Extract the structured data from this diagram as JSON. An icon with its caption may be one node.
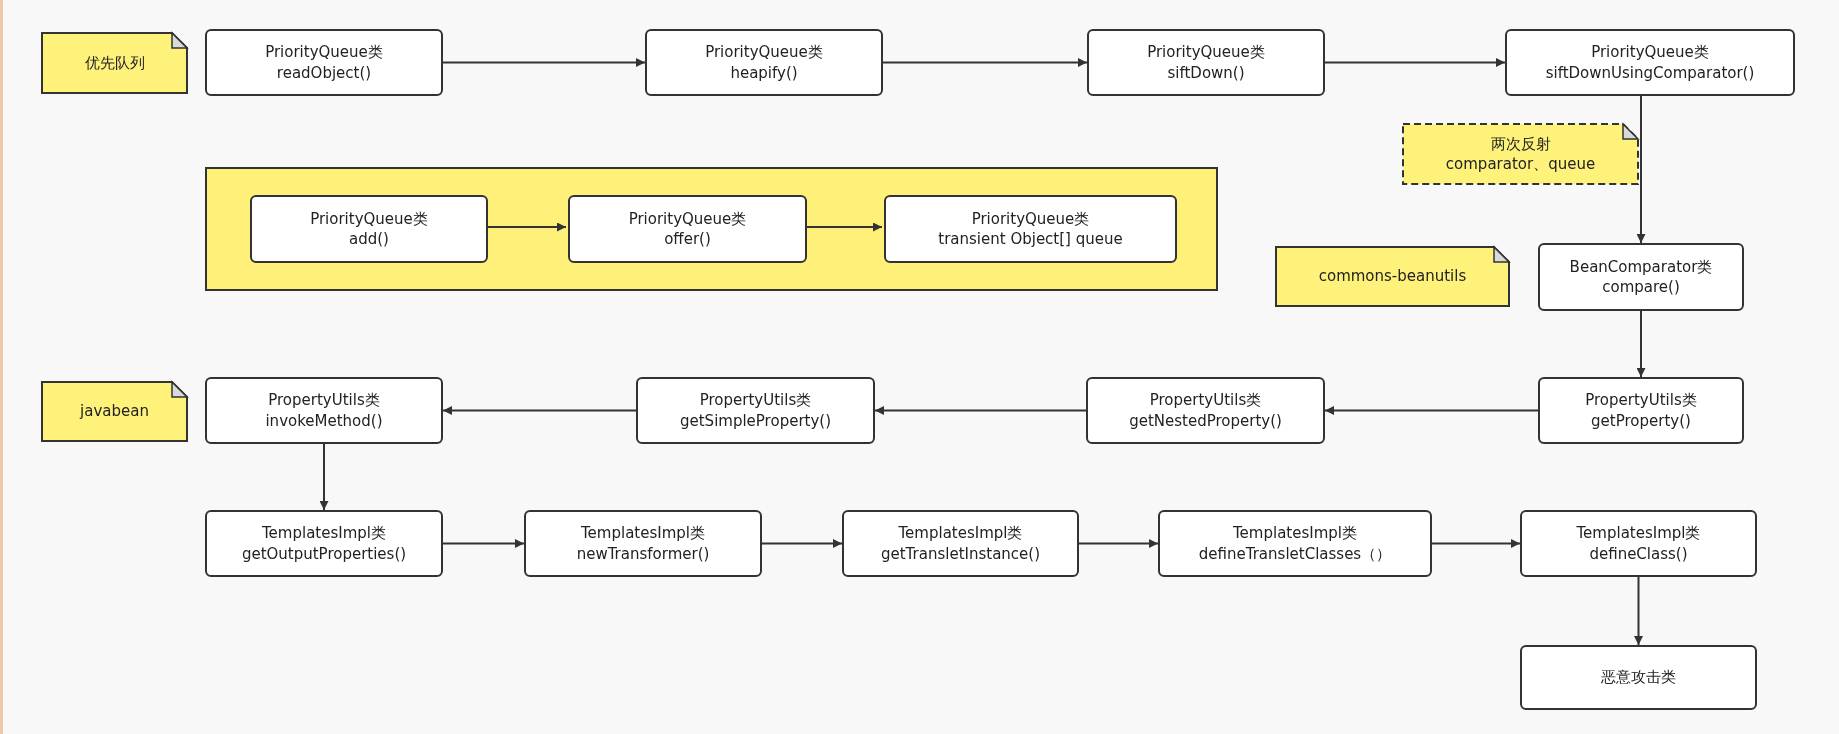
{
  "diagram": {
    "nodes": [
      {
        "text": [
          "优先队列"
        ]
      },
      {
        "text": [
          "PriorityQueue类",
          "readObject()"
        ]
      },
      {
        "text": [
          "PriorityQueue类",
          "heapify()"
        ]
      },
      {
        "text": [
          "PriorityQueue类",
          "siftDown()"
        ]
      },
      {
        "text": [
          "PriorityQueue类",
          "siftDownUsingComparator()"
        ]
      },
      {
        "text": [],
        "shape": "box"
      },
      {
        "text": [
          "PriorityQueue类",
          "add()"
        ],
        "in": 5
      },
      {
        "text": [
          "PriorityQueue类",
          "offer()"
        ],
        "in": 5
      },
      {
        "text": [
          "PriorityQueue类",
          "transient Object[] queue"
        ],
        "in": 5
      },
      {
        "text": [
          "两次反射",
          "comparator、queue"
        ]
      },
      {
        "text": [
          "commons-beanutils"
        ]
      },
      {
        "text": [
          "BeanComparator类",
          "compare()"
        ]
      },
      {
        "text": [
          "javabean"
        ]
      },
      {
        "text": [
          "PropertyUtils类",
          "invokeMethod()"
        ]
      },
      {
        "text": [
          "PropertyUtils类",
          "getSimpleProperty()"
        ]
      },
      {
        "text": [
          "PropertyUtils类",
          "getNestedProperty()"
        ]
      },
      {
        "text": [
          "PropertyUtils类",
          "getProperty()"
        ]
      },
      {
        "text": [
          "TemplatesImpl类",
          "getOutputProperties()"
        ]
      },
      {
        "text": [
          "TemplatesImpl类",
          "newTransformer()"
        ]
      },
      {
        "text": [
          "TemplatesImpl类",
          "getTransletInstance()"
        ]
      },
      {
        "text": [
          "TemplatesImpl类",
          "defineTransletClasses（）"
        ]
      },
      {
        "text": [
          "TemplatesImpl类",
          "defineClass()"
        ]
      },
      {
        "text": [
          "恶意攻击类"
        ]
      }
    ],
    "edges": [
      {
        "from": 1,
        "to": 2,
        "arrow": "to"
      },
      {
        "from": 2,
        "to": 3,
        "arrow": "to"
      },
      {
        "from": 3,
        "to": 4,
        "arrow": "to"
      },
      {
        "from": 4,
        "to": 11,
        "arrow": "to"
      },
      {
        "from": 6,
        "to": 7,
        "arrow": "to"
      },
      {
        "from": 7,
        "to": 8,
        "arrow": "to"
      },
      {
        "from": 11,
        "to": 16,
        "arrow": "to"
      },
      {
        "from": 16,
        "to": 15,
        "arrow": "to"
      },
      {
        "from": 15,
        "to": 14,
        "arrow": "to"
      },
      {
        "from": 14,
        "to": 13,
        "arrow": "to"
      },
      {
        "from": 13,
        "to": 17,
        "arrow": "to"
      },
      {
        "from": 17,
        "to": 18,
        "arrow": "to"
      },
      {
        "from": 18,
        "to": 19,
        "arrow": "to"
      },
      {
        "from": 19,
        "to": 20,
        "arrow": "to"
      },
      {
        "from": 20,
        "to": 21,
        "arrow": "to"
      },
      {
        "from": 21,
        "to": 22,
        "arrow": "to"
      }
    ]
  }
}
